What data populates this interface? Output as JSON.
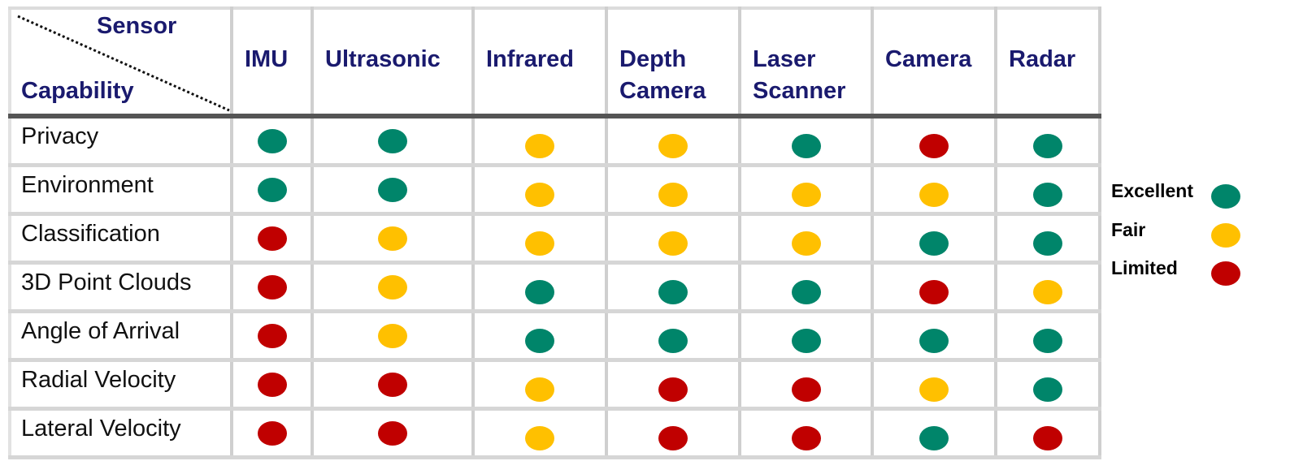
{
  "header": {
    "sensor_label": "Sensor",
    "capability_label": "Capability",
    "columns": [
      {
        "line1": "IMU",
        "line2": ""
      },
      {
        "line1": "Ultrasonic",
        "line2": ""
      },
      {
        "line1": "Infrared",
        "line2": ""
      },
      {
        "line1": "Depth",
        "line2": "Camera"
      },
      {
        "line1": "Laser",
        "line2": "Scanner"
      },
      {
        "line1": "Camera",
        "line2": ""
      },
      {
        "line1": "Radar",
        "line2": ""
      }
    ]
  },
  "legend": {
    "items": [
      {
        "key": "excellent",
        "label": "Excellent",
        "color": "#00856a"
      },
      {
        "key": "fair",
        "label": "Fair",
        "color": "#ffc000"
      },
      {
        "key": "limited",
        "label": "Limited",
        "color": "#c00000"
      }
    ]
  },
  "chart_data": {
    "type": "table",
    "columns": [
      "IMU",
      "Ultrasonic",
      "Infrared",
      "Depth Camera",
      "Laser Scanner",
      "Camera",
      "Radar"
    ],
    "rows": [
      {
        "label": "Privacy",
        "values": [
          "excellent",
          "excellent",
          "fair",
          "fair",
          "excellent",
          "limited",
          "excellent"
        ]
      },
      {
        "label": "Environment",
        "values": [
          "excellent",
          "excellent",
          "fair",
          "fair",
          "fair",
          "fair",
          "excellent"
        ]
      },
      {
        "label": "Classification",
        "values": [
          "limited",
          "fair",
          "fair",
          "fair",
          "fair",
          "excellent",
          "excellent"
        ]
      },
      {
        "label": "3D Point Clouds",
        "values": [
          "limited",
          "fair",
          "excellent",
          "excellent",
          "excellent",
          "limited",
          "fair"
        ]
      },
      {
        "label": "Angle of Arrival",
        "values": [
          "limited",
          "fair",
          "excellent",
          "excellent",
          "excellent",
          "excellent",
          "excellent"
        ]
      },
      {
        "label": "Radial Velocity",
        "values": [
          "limited",
          "limited",
          "fair",
          "limited",
          "limited",
          "fair",
          "excellent"
        ]
      },
      {
        "label": "Lateral Velocity",
        "values": [
          "limited",
          "limited",
          "fair",
          "limited",
          "limited",
          "excellent",
          "limited"
        ]
      }
    ],
    "levels": [
      "excellent",
      "fair",
      "limited"
    ]
  }
}
